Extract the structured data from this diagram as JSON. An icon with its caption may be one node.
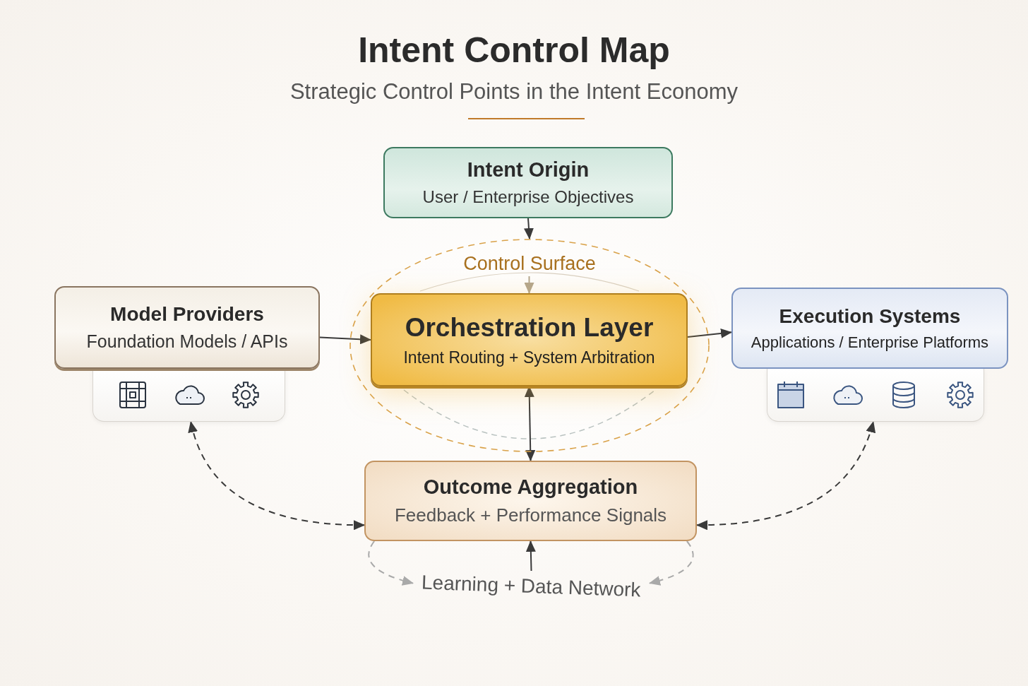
{
  "diagram": {
    "title": "Intent Control Map",
    "nodes": [
      {
        "text": [
          "Intent Origin",
          "User / Enterprise Objectives"
        ]
      },
      {
        "text": [
          "Control Surface"
        ]
      },
      {
        "text": [
          "Orchestration Layer",
          "Intent Routing + System Arbitration"
        ],
        "in": 1
      },
      {
        "text": [
          "Model Providers",
          "Foundation Models / APIs"
        ]
      },
      {
        "text": [],
        "shape": "box"
      },
      {
        "text": [
          "Execution Systems",
          "Applications / Enterprise Platforms"
        ]
      },
      {
        "text": [],
        "shape": "box"
      },
      {
        "text": [
          "Outcome Aggregation",
          "Feedback + Performance Signals"
        ]
      },
      {
        "text": [
          "Learning + Data Network"
        ]
      }
    ],
    "edges": [
      {
        "from": 0,
        "to": 1,
        "arrow": "to"
      },
      {
        "from": null,
        "to": 2,
        "arrow": "to",
        "color": "#b3a68e"
      },
      {
        "from": 3,
        "to": 2,
        "arrow": "to"
      },
      {
        "from": 2,
        "to": 5,
        "arrow": "to"
      },
      {
        "from": 2,
        "to": 7,
        "arrow": "both"
      },
      {
        "from": 8,
        "to": 7,
        "arrow": "to"
      },
      {
        "from": 7,
        "to": 4,
        "arrow": "both",
        "style": "dashed"
      },
      {
        "from": 7,
        "to": 6,
        "arrow": "both",
        "style": "dashed"
      },
      {
        "from": 7,
        "to": 8,
        "arrow": "to",
        "style": "dashed",
        "color": "#a9a9a9"
      },
      {
        "from": 7,
        "to": 8,
        "arrow": "to",
        "style": "dashed",
        "color": "#a9a9a9"
      }
    ],
    "labels": [
      "Strategic Control Points in the Intent Economy"
    ]
  }
}
